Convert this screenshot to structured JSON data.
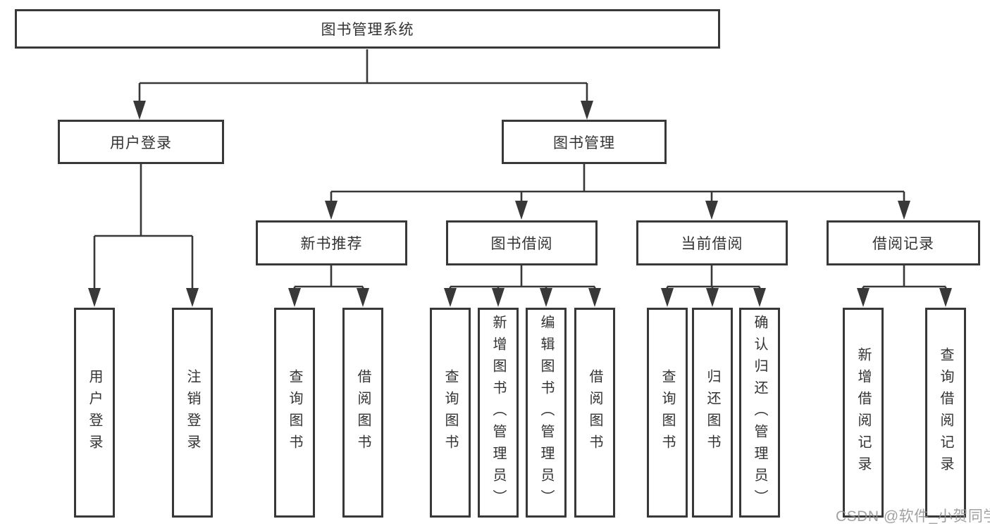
{
  "colors": {
    "background": "#ffffff",
    "line": "#383838",
    "box_border": "#383838",
    "text": "#333333",
    "watermark": "#919191"
  },
  "tree": {
    "root": {
      "label": "图书管理系统",
      "children": [
        {
          "label": "用户登录",
          "children": [
            {
              "label": "用户登录"
            },
            {
              "label": "注销登录"
            }
          ]
        },
        {
          "label": "图书管理",
          "children": [
            {
              "label": "新书推荐",
              "children": [
                {
                  "label": "查询图书"
                },
                {
                  "label": "借阅图书"
                }
              ]
            },
            {
              "label": "图书借阅",
              "children": [
                {
                  "label": "查询图书"
                },
                {
                  "label": "新增图书（管理员）"
                },
                {
                  "label": "编辑图书（管理员）"
                },
                {
                  "label": "借阅图书"
                }
              ]
            },
            {
              "label": "当前借阅",
              "children": [
                {
                  "label": "查询图书"
                },
                {
                  "label": "归还图书"
                },
                {
                  "label": "确认归还（管理员）"
                }
              ]
            },
            {
              "label": "借阅记录",
              "children": [
                {
                  "label": "新增借阅记录"
                },
                {
                  "label": "查询借阅记录"
                }
              ]
            }
          ]
        }
      ]
    }
  },
  "watermark": {
    "text": "CSDN @软件_小贺同学"
  }
}
